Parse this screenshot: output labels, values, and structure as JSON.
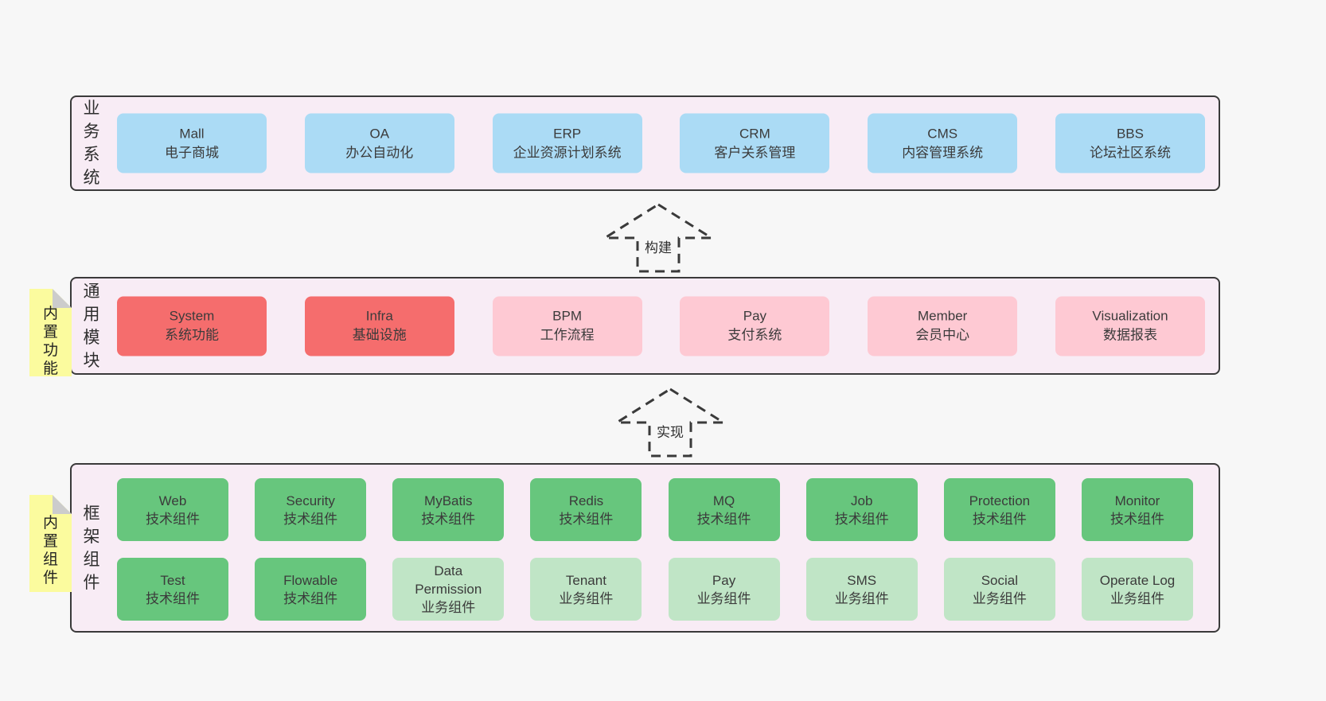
{
  "colors": {
    "page-bg": "#f7f7f7",
    "band-bg": "#f8ecf5",
    "line": "#3a3a3a",
    "text": "#3b3b3b",
    "blue": "#abdbf5",
    "red": "#f56d6d",
    "pink": "#fec9d3",
    "green": "#67c67d",
    "lightgreen": "#c0e5c6",
    "yellow": "#fbfb9e",
    "fold": "#cccccc"
  },
  "band1": {
    "label": "业务系统",
    "boxes": [
      {
        "title": "Mall",
        "subtitle": "电子商城"
      },
      {
        "title": "OA",
        "subtitle": "办公自动化"
      },
      {
        "title": "ERP",
        "subtitle": "企业资源计划系统"
      },
      {
        "title": "CRM",
        "subtitle": "客户关系管理"
      },
      {
        "title": "CMS",
        "subtitle": "内容管理系统"
      },
      {
        "title": "BBS",
        "subtitle": "论坛社区系统"
      }
    ]
  },
  "arrow1": {
    "label": "构建"
  },
  "band2": {
    "label": "通用模块",
    "sticky": "内置功能",
    "boxes": [
      {
        "title": "System",
        "subtitle": "系统功能"
      },
      {
        "title": "Infra",
        "subtitle": "基础设施"
      },
      {
        "title": "BPM",
        "subtitle": "工作流程"
      },
      {
        "title": "Pay",
        "subtitle": "支付系统"
      },
      {
        "title": "Member",
        "subtitle": "会员中心"
      },
      {
        "title": "Visualization",
        "subtitle": "数据报表"
      }
    ]
  },
  "arrow2": {
    "label": "实现"
  },
  "band3": {
    "label": "框架组件",
    "sticky": "内置组件",
    "row1": [
      {
        "title": "Web",
        "subtitle": "技术组件"
      },
      {
        "title": "Security",
        "subtitle": "技术组件"
      },
      {
        "title": "MyBatis",
        "subtitle": "技术组件"
      },
      {
        "title": "Redis",
        "subtitle": "技术组件"
      },
      {
        "title": "MQ",
        "subtitle": "技术组件"
      },
      {
        "title": "Job",
        "subtitle": "技术组件"
      },
      {
        "title": "Protection",
        "subtitle": "技术组件"
      },
      {
        "title": "Monitor",
        "subtitle": "技术组件"
      }
    ],
    "row2": [
      {
        "title": "Test",
        "subtitle": "技术组件"
      },
      {
        "title": "Flowable",
        "subtitle": "技术组件"
      },
      {
        "title": "Data Permission",
        "subtitle": "业务组件"
      },
      {
        "title": "Tenant",
        "subtitle": "业务组件"
      },
      {
        "title": "Pay",
        "subtitle": "业务组件"
      },
      {
        "title": "SMS",
        "subtitle": "业务组件"
      },
      {
        "title": "Social",
        "subtitle": "业务组件"
      },
      {
        "title": "Operate Log",
        "subtitle": "业务组件"
      }
    ]
  }
}
